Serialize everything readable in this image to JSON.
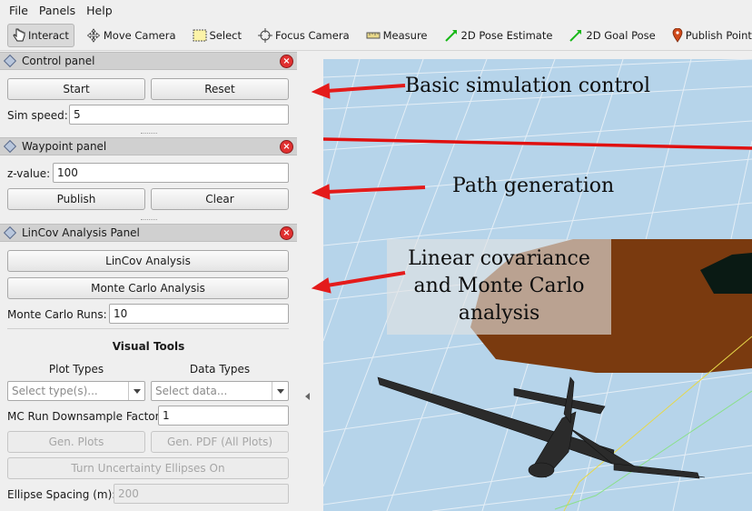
{
  "menu": [
    "File",
    "Panels",
    "Help"
  ],
  "toolbar": [
    {
      "label": "Interact",
      "icon": "hand-pointer-icon"
    },
    {
      "label": "Move Camera",
      "icon": "move-camera-icon"
    },
    {
      "label": "Select",
      "icon": "select-box-icon"
    },
    {
      "label": "Focus Camera",
      "icon": "focus-camera-icon"
    },
    {
      "label": "Measure",
      "icon": "ruler-icon"
    },
    {
      "label": "2D Pose Estimate",
      "icon": "green-arrow-icon"
    },
    {
      "label": "2D Goal Pose",
      "icon": "green-arrow-icon"
    },
    {
      "label": "Publish Point",
      "icon": "map-pin-icon"
    }
  ],
  "control_panel": {
    "title": "Control panel",
    "start": "Start",
    "reset": "Reset",
    "sim_speed_label": "Sim speed:",
    "sim_speed_value": "5"
  },
  "waypoint_panel": {
    "title": "Waypoint panel",
    "z_label": "z-value:",
    "z_value": "100",
    "publish": "Publish",
    "clear": "Clear"
  },
  "lincov_panel": {
    "title": "LinCov Analysis Panel",
    "lincov_button": "LinCov Analysis",
    "mc_button": "Monte Carlo Analysis",
    "mc_runs_label": "Monte Carlo Runs:",
    "mc_runs_value": "10",
    "visual_tools": "Visual Tools",
    "plot_types_label": "Plot Types",
    "data_types_label": "Data Types",
    "plot_types_placeholder": "Select type(s)...",
    "data_types_placeholder": "Select data...",
    "downsample_label": "MC Run Downsample Factor:",
    "downsample_value": "1",
    "gen_plots": "Gen. Plots",
    "gen_pdf": "Gen. PDF (All Plots)",
    "ellipses_button": "Turn Uncertainty Ellipses On",
    "ellipse_spacing_label": "Ellipse Spacing (m):",
    "ellipse_spacing_value": "200"
  },
  "annotations": {
    "basic": "Basic simulation control",
    "path": "Path generation",
    "linear_1": "Linear covariance",
    "linear_2": "and Monte Carlo",
    "linear_3": "analysis"
  },
  "colors": {
    "sky": "#b6d4ea",
    "grid": "#e4eef6",
    "terrain": "#7a3a0f",
    "arrow": "#e41b1b",
    "path_line": "#e01010"
  }
}
